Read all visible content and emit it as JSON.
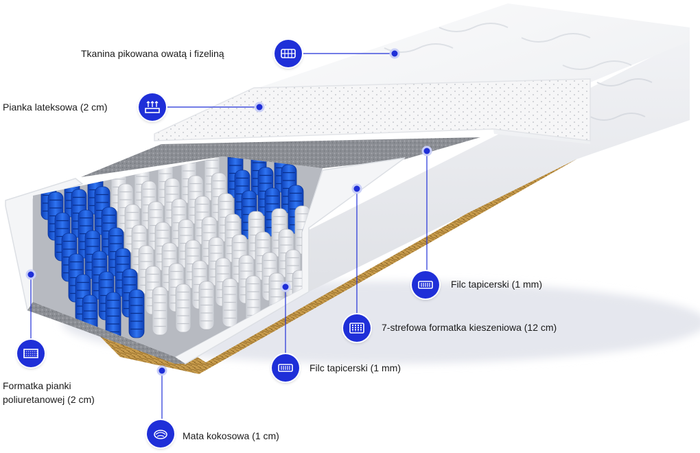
{
  "labels": {
    "tkanina": "Tkanina pikowana owatą i fizeliną",
    "pianka_lateksowa": "Pianka lateksowa (2 cm)",
    "filc_top": "Filc tapicerski (1 mm)",
    "formatka_kieszeniowa": "7-strefowa formatka kieszeniowa (12 cm)",
    "filc_bottom": "Filc tapicerski (1 mm)",
    "formatka_pianki_line1": "Formatka pianki",
    "formatka_pianki_line2": "poliuretanowej (2 cm)",
    "mata_kokosowa": "Mata kokosowa (1 cm)"
  },
  "icons": {
    "tkanina": "quilted-fabric-icon",
    "pianka_lateksowa": "latex-foam-icon",
    "filc_top": "felt-layer-icon",
    "formatka_kieszeniowa": "pocket-springs-icon",
    "filc_bottom": "felt-layer-icon",
    "formatka_pianki": "foam-sheet-icon",
    "mata_kokosowa": "coconut-mat-icon"
  },
  "colors": {
    "accent": "#1f2fd8",
    "spring_blue": "#1e5fe0",
    "spring_white": "#eceef2",
    "felt_gray": "#8a8d93",
    "coconut": "#c9a052",
    "cover": "#f4f5f7"
  }
}
